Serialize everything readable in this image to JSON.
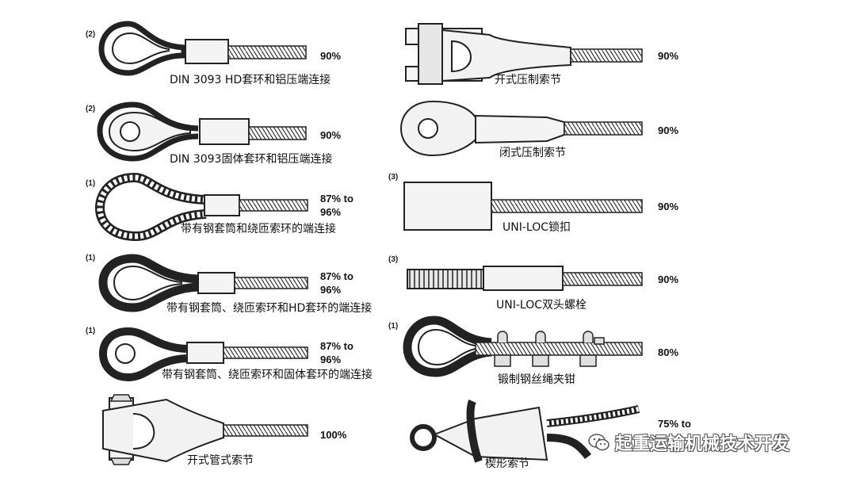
{
  "items": [
    {
      "note": "(2)",
      "caption": "DIN 3093 HD套环和铝压端连接",
      "pct": "90%"
    },
    {
      "note": "(2)",
      "caption": "DIN 3093固体套环和铝压端连接",
      "pct": "90%"
    },
    {
      "note": "(1)",
      "caption": "带有钢套筒和绕匝索环的端连接",
      "pct": "87% to\n96%"
    },
    {
      "note": "(1)",
      "caption": "带有钢套筒、绕匝索环和HD套环的端连接",
      "pct": "87% to\n96%"
    },
    {
      "note": "(1)",
      "caption": "带有钢套筒、绕匝索环和固体套环的端连接",
      "pct": "87% to\n96%"
    },
    {
      "note": "",
      "caption": "开式管式索节",
      "pct": "100%"
    },
    {
      "note": "",
      "caption": "开式压制索节",
      "pct": "90%"
    },
    {
      "note": "",
      "caption": "闭式压制索节",
      "pct": "90%"
    },
    {
      "note": "(3)",
      "caption": "UNI-LOC锁扣",
      "pct": "90%"
    },
    {
      "note": "(3)",
      "caption": "UNI-LOC双头螺栓",
      "pct": "90%"
    },
    {
      "note": "(1)",
      "caption": "锻制钢丝绳夹钳",
      "pct": "80%"
    },
    {
      "note": "",
      "caption": "楔形索节",
      "pct": "75% to"
    }
  ],
  "watermark": {
    "text": "起重运输机械技术开发",
    "icon": "wechat-icon"
  }
}
